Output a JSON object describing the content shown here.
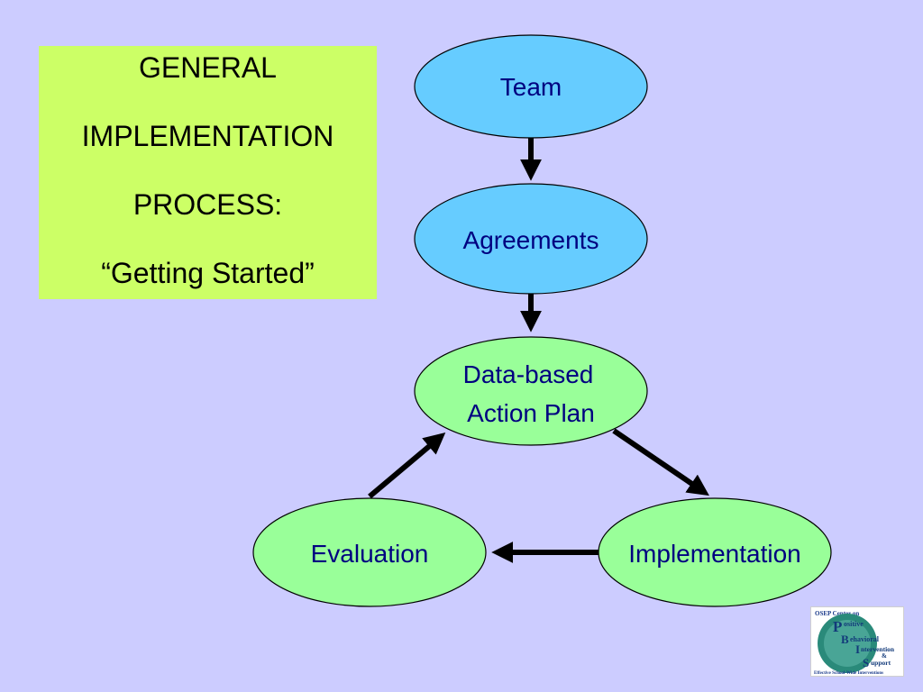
{
  "title": {
    "lines": [
      "GENERAL",
      "IMPLEMENTATION",
      "PROCESS:",
      "“Getting Started”"
    ]
  },
  "nodes": {
    "team": {
      "label": "Team"
    },
    "agreements": {
      "label": "Agreements"
    },
    "action_plan": {
      "line1": "Data-based",
      "line2": "Action Plan"
    },
    "implementation": {
      "label": "Implementation"
    },
    "evaluation": {
      "label": "Evaluation"
    }
  },
  "logo": {
    "header": "OSEP Center on",
    "p_rest": "ositive",
    "b_rest": "ehavioral",
    "i_rest": "ntervention",
    "amp": "&",
    "s_rest": "upport",
    "letter_p": "P",
    "letter_b": "B",
    "letter_i": "I",
    "letter_s": "S",
    "footer": "Effective School-Wide Interventions"
  },
  "colors": {
    "background": "#ccccff",
    "title_box": "#ccff66",
    "blue_node": "#66ccff",
    "green_node": "#99ff99",
    "node_text": "#000080",
    "arrow": "#000000"
  }
}
